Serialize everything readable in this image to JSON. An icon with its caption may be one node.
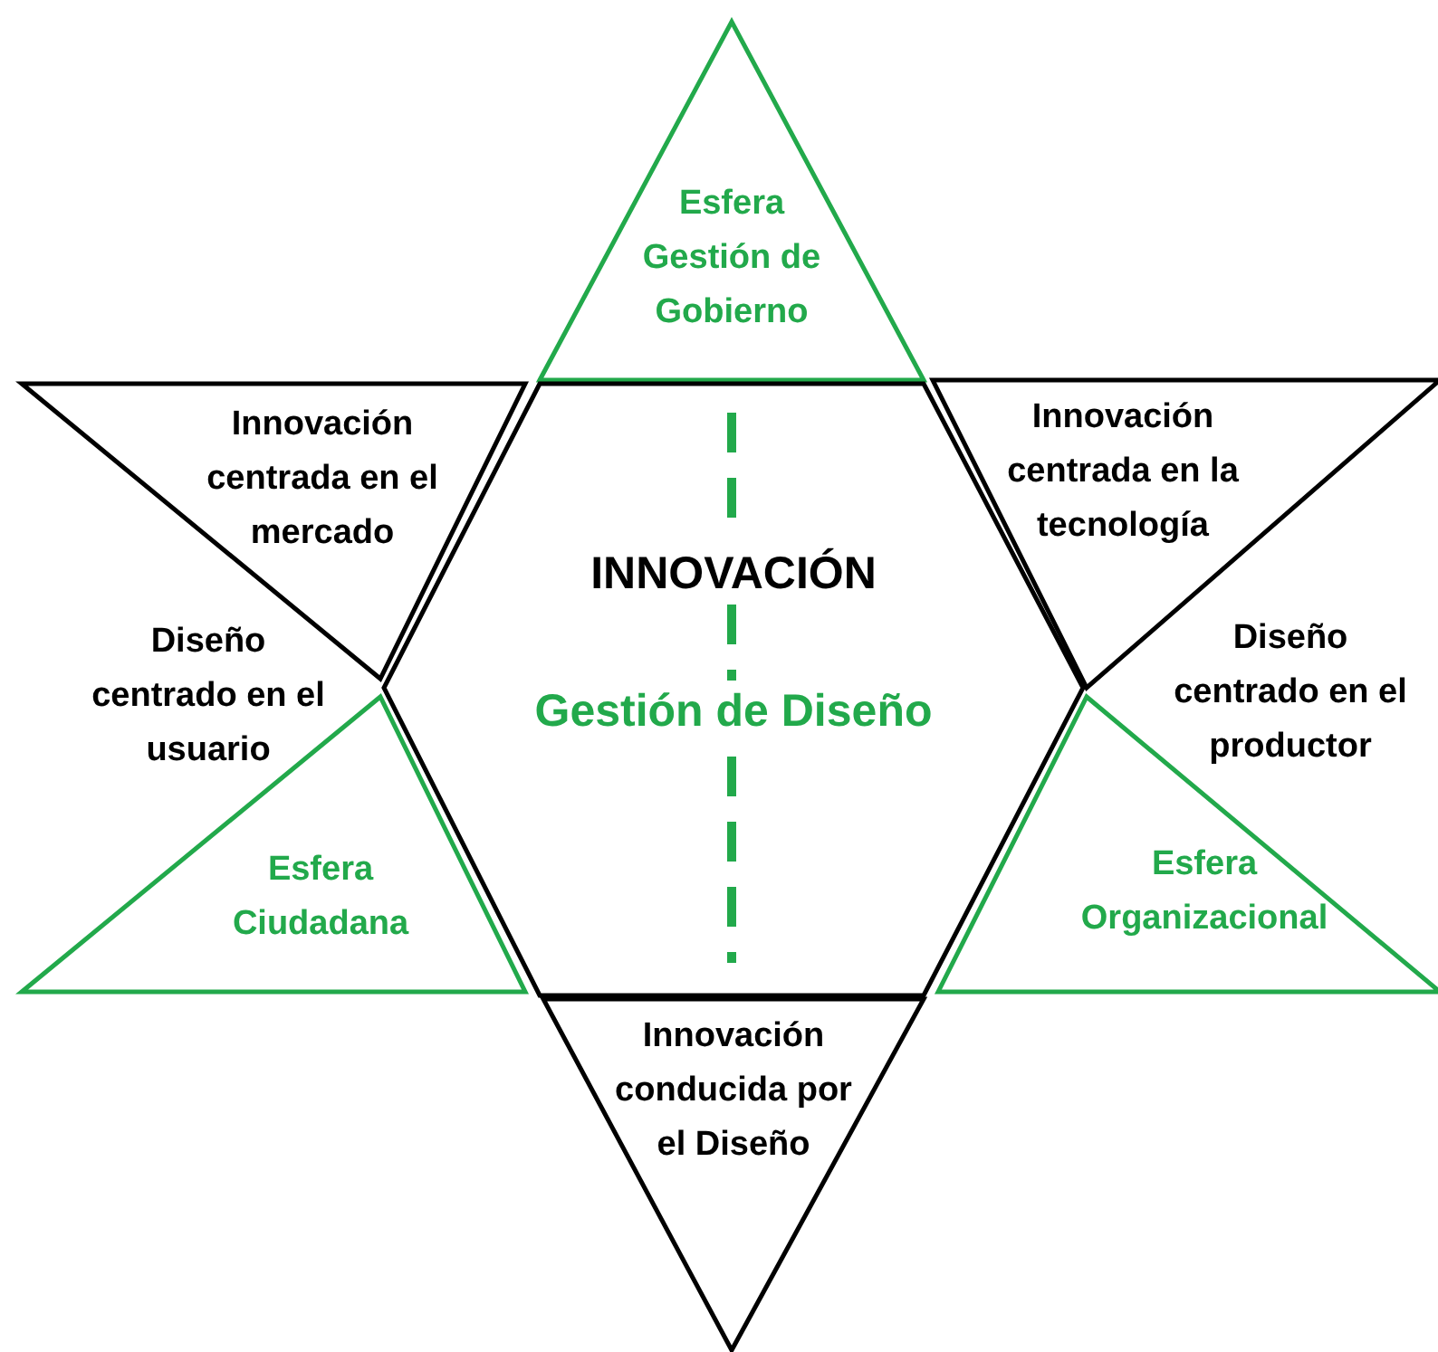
{
  "diagram": {
    "nodes": [
      {
        "text": [
          "Esfera Gestión de Gobierno"
        ]
      },
      {
        "text": [
          "Innovación centrada en el mercado"
        ]
      },
      {
        "text": [
          "INNOVACIÓN",
          "Gestión de Diseño"
        ]
      },
      {
        "text": [
          "Innovación centrada en la tecnología"
        ]
      },
      {
        "text": [
          "Esfera Ciudadana"
        ]
      },
      {
        "text": [
          "Esfera Organizacional"
        ]
      },
      {
        "text": [
          "Innovación conducida por el Diseño"
        ]
      }
    ],
    "edges": [],
    "labels": [
      "Diseño centrado en el usuario",
      "Diseño centrado en el productor"
    ]
  }
}
